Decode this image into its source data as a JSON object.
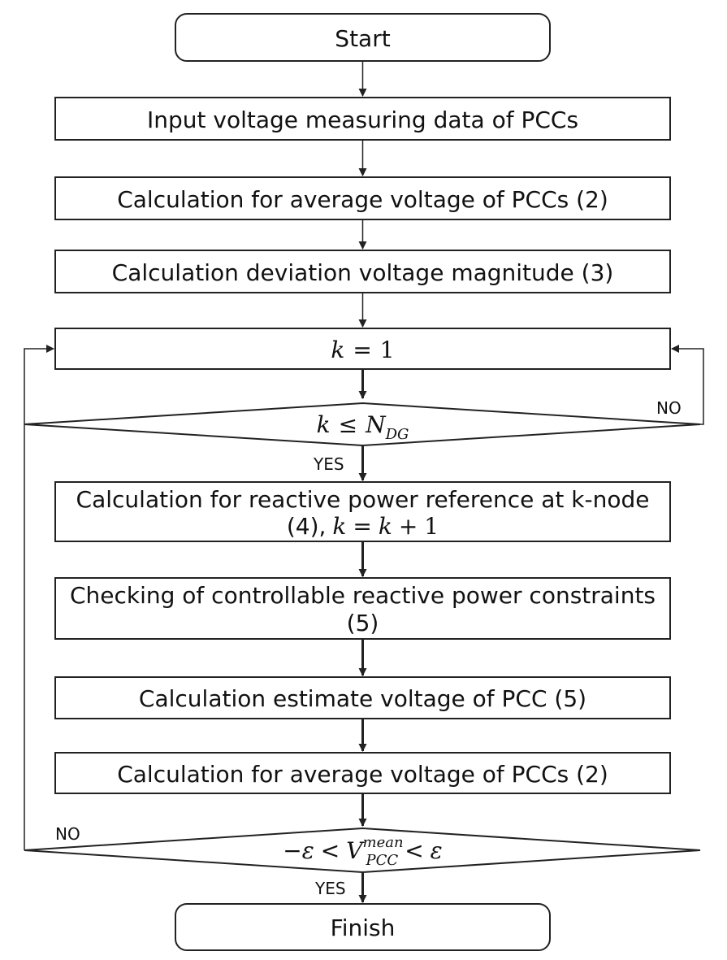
{
  "nodes": {
    "start": "Start",
    "input": "Input voltage measuring data of PCCs",
    "avg1": "Calculation for average voltage of PCCs (2)",
    "deviation": "Calculation deviation voltage magnitude (3)",
    "k_init": {
      "lhs": "k",
      "op": "=",
      "rhs": "1"
    },
    "decision1": {
      "lhs": "k",
      "op": "≤",
      "rhs": "N",
      "rhs_sub": "DG"
    },
    "reactive_line1": "Calculation for reactive power reference at k-node",
    "reactive_line2_prefix": "(4),",
    "reactive_line2_math": {
      "lhs": "k",
      "op1": "=",
      "mid": "k",
      "op2": "+",
      "rhs": "1"
    },
    "constraints_line1": "Checking of controllable reactive power constraints",
    "constraints_line2": "(5)",
    "estimate": "Calculation estimate voltage of PCC (5)",
    "avg2": "Calculation for average voltage of PCCs (2)",
    "decision2": {
      "neg_eps": "−ε",
      "lt1": "<",
      "v": "V",
      "v_sub": "PCC",
      "v_sup": "mean",
      "lt2": "<",
      "eps": "ε"
    },
    "finish": "Finish"
  },
  "labels": {
    "no_right": "NO",
    "yes_1": "YES",
    "no_left": "NO",
    "yes_2": "YES"
  }
}
